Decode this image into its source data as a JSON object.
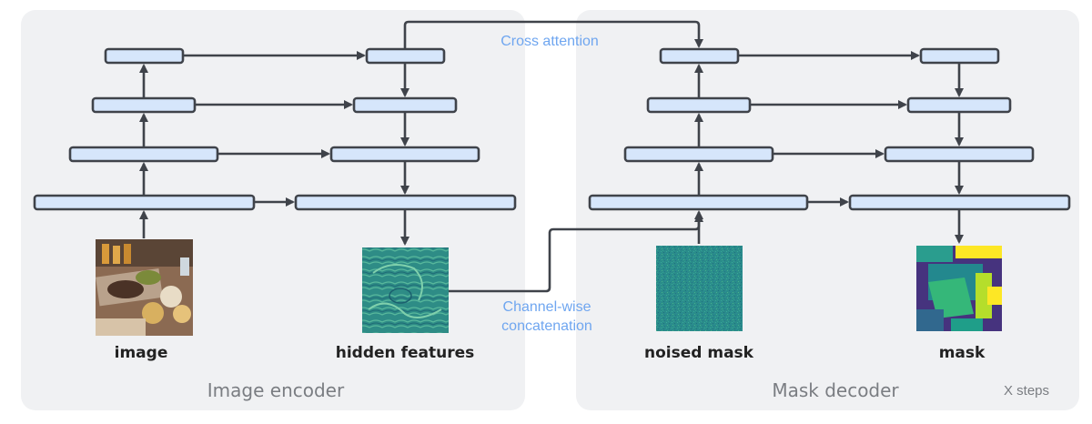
{
  "encoder": {
    "title": "Image encoder",
    "input_label": "image",
    "output_label": "hidden features"
  },
  "decoder": {
    "title": "Mask decoder",
    "input_label": "noised mask",
    "output_label": "mask",
    "steps_label": "X steps"
  },
  "connections": {
    "cross_attention": "Cross attention",
    "channel_concat_line1": "Channel-wise",
    "channel_concat_line2": "concatenation"
  },
  "colors": {
    "block_fill": "#d6e6fb",
    "block_stroke": "#3f434a",
    "panel_fill": "#f0f1f3",
    "connection_text": "#6fa6f0",
    "noise_base": "#2a8c8a"
  }
}
